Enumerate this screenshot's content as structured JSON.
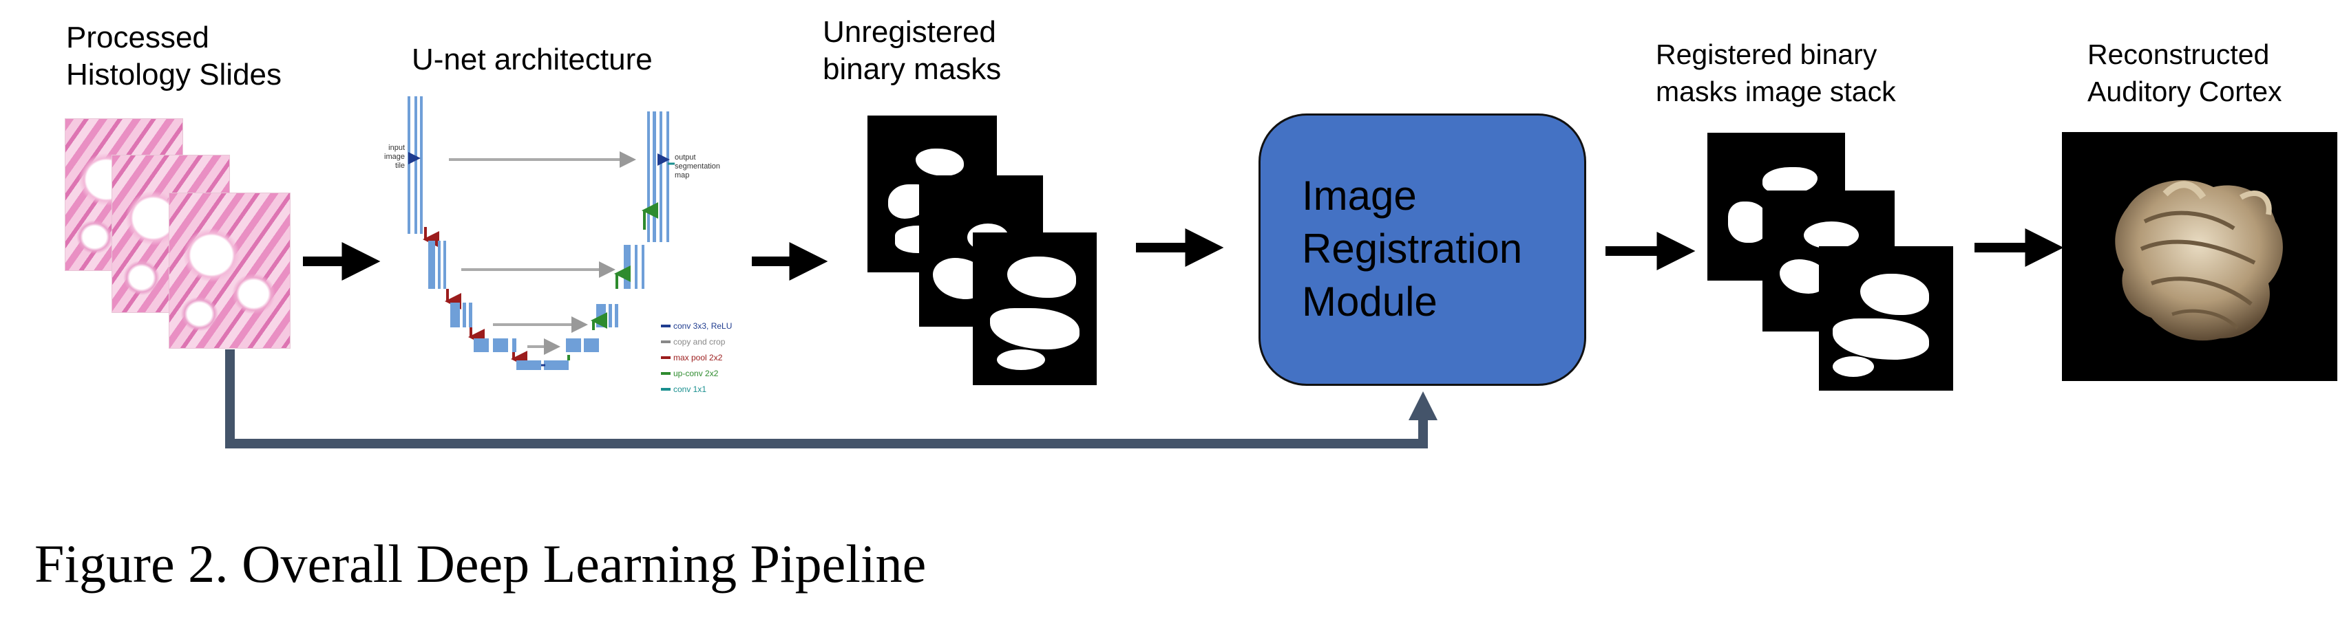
{
  "labels": {
    "histology": "Processed\nHistology Slides",
    "unet": "U-net architecture",
    "unregistered": "Unregistered\nbinary masks",
    "registration": "Image\nRegistration\nModule",
    "registered": "Registered binary\nmasks image stack",
    "reconstructed": "Reconstructed\nAuditory Cortex"
  },
  "unet": {
    "input_label": "input\nimage\ntile",
    "output_label": "output\nsegmentation\nmap",
    "legend": [
      {
        "text": "conv 3x3, ReLU",
        "color": "#1f3c8f"
      },
      {
        "text": "copy and crop",
        "color": "#888888"
      },
      {
        "text": "max pool 2x2",
        "color": "#9b1c1c"
      },
      {
        "text": "up-conv 2x2",
        "color": "#2e8b2e"
      },
      {
        "text": "conv 1x1",
        "color": "#1a8f8f"
      }
    ]
  },
  "caption": "Figure 2. Overall Deep Learning Pipeline",
  "colors": {
    "module_fill": "#4472c4",
    "connector": "#44546a",
    "arrow": "#000000"
  }
}
